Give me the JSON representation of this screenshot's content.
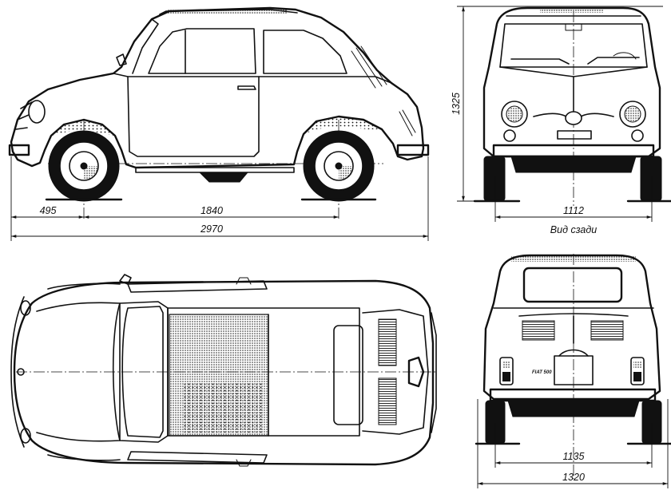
{
  "dimensions": {
    "front_overhang": "495",
    "wheelbase": "1840",
    "overall_length": "2970",
    "height": "1325",
    "rear_track": "1112",
    "front_track": "1135",
    "overall_width": "1320"
  },
  "labels": {
    "rear_view": "Вид сзади"
  },
  "badges": {
    "rear_emblem": "FIAT 500"
  },
  "colors": {
    "ink": "#111111",
    "paper": "#ffffff"
  }
}
